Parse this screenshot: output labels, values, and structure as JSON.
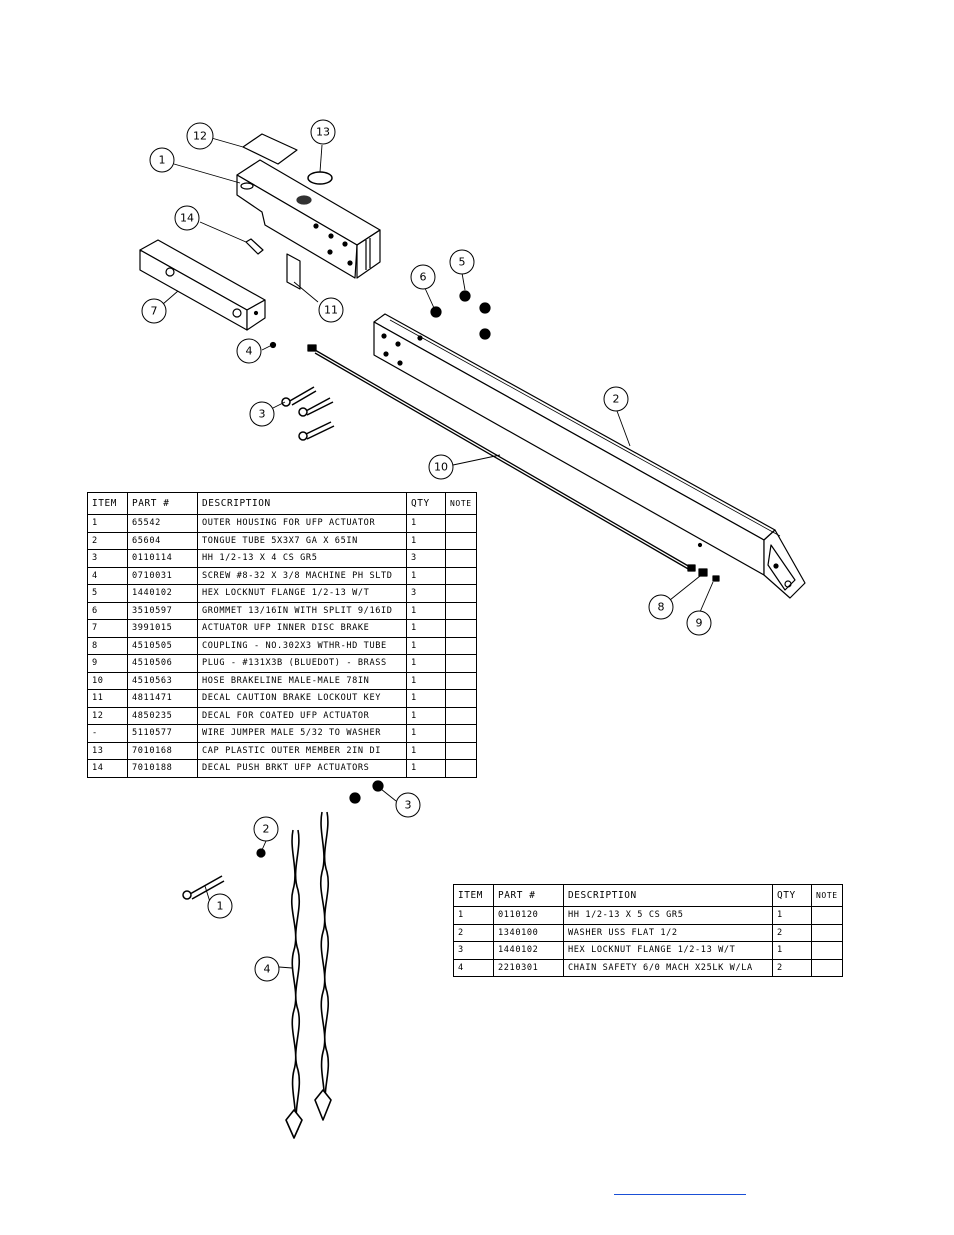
{
  "upper_assembly": {
    "balloons": [
      "1",
      "2",
      "3",
      "4",
      "5",
      "6",
      "7",
      "8",
      "9",
      "10",
      "11",
      "12",
      "13",
      "14"
    ],
    "table": {
      "headers": [
        "ITEM",
        "PART #",
        "DESCRIPTION",
        "QTY",
        "NOTE"
      ],
      "rows": [
        [
          "1",
          "65542",
          "OUTER HOUSING FOR UFP ACTUATOR",
          "1",
          ""
        ],
        [
          "2",
          "65604",
          "TONGUE TUBE 5X3X7 GA X 65IN",
          "1",
          ""
        ],
        [
          "3",
          "0110114",
          "HH 1/2-13 X 4 CS GR5",
          "3",
          ""
        ],
        [
          "4",
          "0710031",
          "SCREW #8-32 X 3/8 MACHINE PH SLTD",
          "1",
          ""
        ],
        [
          "5",
          "1440102",
          "HEX LOCKNUT FLANGE 1/2-13 W/T",
          "3",
          ""
        ],
        [
          "6",
          "3510597",
          "GROMMET 13/16IN  WITH SPLIT 9/16ID",
          "1",
          ""
        ],
        [
          "7",
          "3991015",
          "ACTUATOR UFP INNER  DISC BRAKE",
          "1",
          ""
        ],
        [
          "8",
          "4510505",
          "COUPLING - NO.302X3 WTHR-HD TUBE",
          "1",
          ""
        ],
        [
          "9",
          "4510506",
          "PLUG - #131X3B (BLUEDOT) - BRASS",
          "1",
          ""
        ],
        [
          "10",
          "4510563",
          "HOSE BRAKELINE MALE-MALE 78IN",
          "1",
          ""
        ],
        [
          "11",
          "4811471",
          "DECAL CAUTION BRAKE LOCKOUT KEY",
          "1",
          ""
        ],
        [
          "12",
          "4850235",
          "DECAL FOR COATED UFP ACTUATOR",
          "1",
          ""
        ],
        [
          "-",
          "5110577",
          "WIRE JUMPER MALE 5/32 TO WASHER",
          "1",
          ""
        ],
        [
          "13",
          "7010168",
          "CAP  PLASTIC OUTER MEMBER 2IN DI",
          "1",
          ""
        ],
        [
          "14",
          "7010188",
          "DECAL PUSH BRKT UFP ACTUATORS",
          "1",
          ""
        ]
      ]
    }
  },
  "lower_assembly": {
    "balloons": [
      "1",
      "2",
      "3",
      "4"
    ],
    "table": {
      "headers": [
        "ITEM",
        "PART #",
        "DESCRIPTION",
        "QTY",
        "NOTE"
      ],
      "rows": [
        [
          "1",
          "0110120",
          "HH 1/2-13 X 5 CS GR5",
          "1",
          ""
        ],
        [
          "2",
          "1340100",
          "WASHER USS FLAT 1/2",
          "2",
          ""
        ],
        [
          "3",
          "1440102",
          "HEX LOCKNUT FLANGE 1/2-13 W/T",
          "1",
          ""
        ],
        [
          "4",
          "2210301",
          "CHAIN SAFETY 6/0 MACH X25LK W/LA",
          "2",
          ""
        ]
      ]
    }
  },
  "colors": {
    "line": "#000000",
    "link": "#1a4fd6"
  }
}
